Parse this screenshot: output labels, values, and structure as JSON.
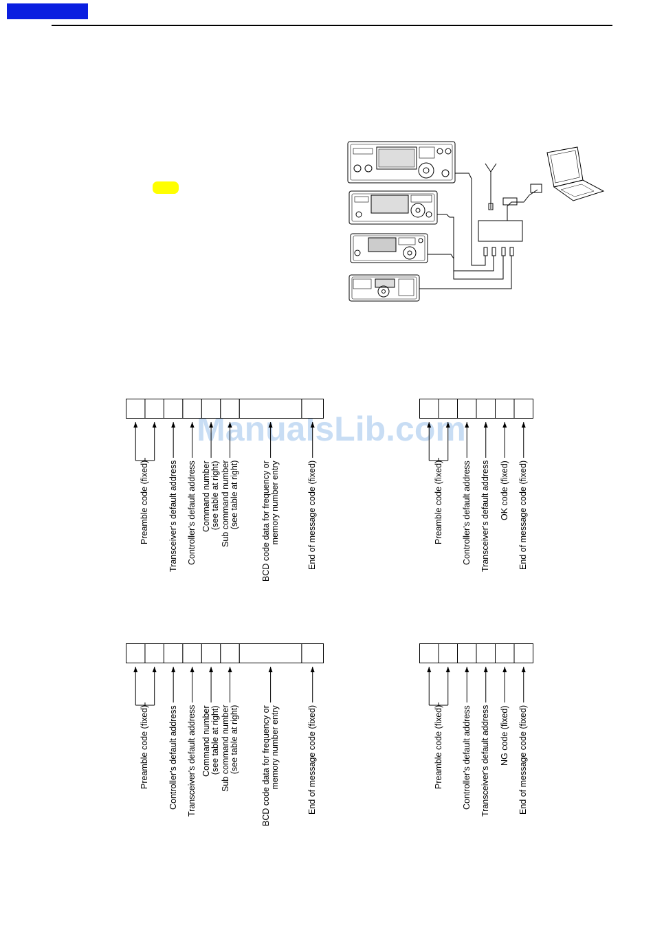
{
  "watermark": "ManualsLib.com",
  "colors": {
    "tab": "#0a1ee0",
    "badge": "#ffff00",
    "watermark": "#2f7fd8"
  },
  "illustration": {
    "description_icons": [
      "transceiver-icon",
      "transceiver-icon",
      "transceiver-icon",
      "transceiver-icon",
      "interface-box-icon",
      "laptop-icon",
      "antenna-icon"
    ]
  },
  "diagrams": [
    {
      "id": "cmd-controller-to-transceiver",
      "boxes": [
        1,
        1,
        1,
        1,
        1,
        1,
        3.3,
        1.15
      ],
      "labels": [
        {
          "lines": [
            "Preamble code (fixed)"
          ],
          "target": "pair01"
        },
        {
          "lines": [
            "Transceiver's default address"
          ],
          "target": 2
        },
        {
          "lines": [
            "Controller's default address"
          ],
          "target": 3
        },
        {
          "lines": [
            "Command number",
            "(see table at right)"
          ],
          "target": 4
        },
        {
          "lines": [
            "Sub command number",
            "(see table at right)"
          ],
          "target": 5
        },
        {
          "lines": [
            "BCD code data for frequency or",
            "memory number entry"
          ],
          "target": 6
        },
        {
          "lines": [
            "End of message code (fixed)"
          ],
          "target": 7
        }
      ]
    },
    {
      "id": "ok-transceiver-to-controller",
      "boxes": [
        1,
        1,
        1,
        1,
        1,
        1
      ],
      "labels": [
        {
          "lines": [
            "Preamble code (fixed)"
          ],
          "target": "pair01"
        },
        {
          "lines": [
            "Controller's default address"
          ],
          "target": 2
        },
        {
          "lines": [
            "Transceiver's default address"
          ],
          "target": 3
        },
        {
          "lines": [
            "OK code (fixed)"
          ],
          "target": 4
        },
        {
          "lines": [
            "End of message code (fixed)"
          ],
          "target": 5
        }
      ]
    },
    {
      "id": "cmd-transceiver-to-controller",
      "boxes": [
        1,
        1,
        1,
        1,
        1,
        1,
        3.3,
        1.15
      ],
      "labels": [
        {
          "lines": [
            "Preamble code (fixed)"
          ],
          "target": "pair01"
        },
        {
          "lines": [
            "Controller's default address"
          ],
          "target": 2
        },
        {
          "lines": [
            "Transceiver's default address"
          ],
          "target": 3
        },
        {
          "lines": [
            "Command number",
            "(see table at right)"
          ],
          "target": 4
        },
        {
          "lines": [
            "Sub command number",
            "(see table at right)"
          ],
          "target": 5
        },
        {
          "lines": [
            "BCD code data for frequency or",
            "memory number entry"
          ],
          "target": 6
        },
        {
          "lines": [
            "End of message code (fixed)"
          ],
          "target": 7
        }
      ]
    },
    {
      "id": "ng-transceiver-to-controller",
      "boxes": [
        1,
        1,
        1,
        1,
        1,
        1
      ],
      "labels": [
        {
          "lines": [
            "Preamble code (fixed)"
          ],
          "target": "pair01"
        },
        {
          "lines": [
            "Controller's default address"
          ],
          "target": 2
        },
        {
          "lines": [
            "Transceiver's default address"
          ],
          "target": 3
        },
        {
          "lines": [
            "NG code (fixed)"
          ],
          "target": 4
        },
        {
          "lines": [
            "End of message code (fixed)"
          ],
          "target": 5
        }
      ]
    }
  ]
}
